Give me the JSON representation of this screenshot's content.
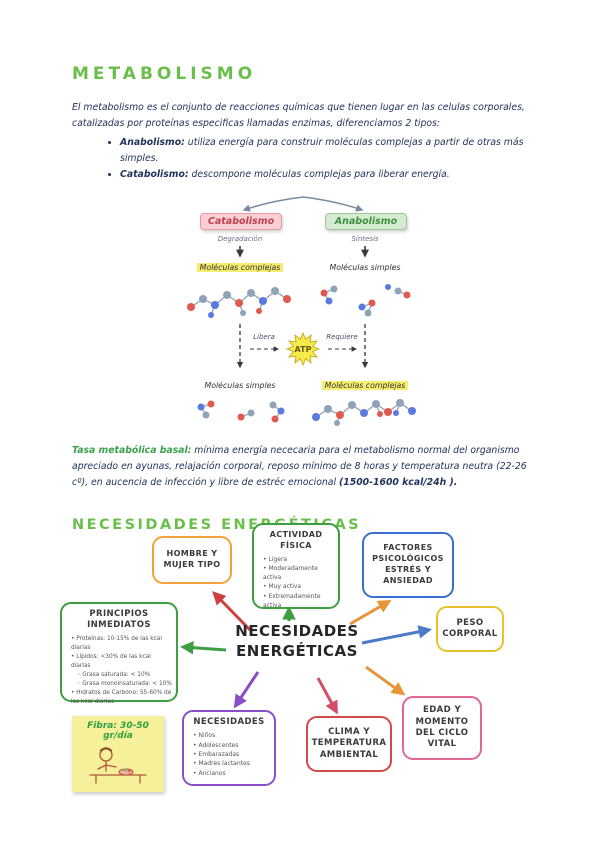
{
  "page": {
    "title": "METABOLISMO",
    "intro": "El metabolismo es el conjunto de reacciones químicas que tienen lugar en las celulas corporales, catalizadas por proteínas especificas llamadas enzimas, diferenciamos 2 tipos:",
    "bullets": [
      {
        "term": "Anabolismo:",
        "text": " utiliza energía para construir moléculas complejas a partir de otras más simples."
      },
      {
        "term": "Catabolismo:",
        "text": " descompone moléculas complejas para liberar energía."
      }
    ]
  },
  "diagram": {
    "left_header": "Catabolismo",
    "left_sub": "Degradación",
    "right_header": "Anabolismo",
    "right_sub": "Síntesis",
    "left_top": "Moléculas complejas",
    "right_top": "Moléculas simples",
    "left_arrow_label": "Libera",
    "right_arrow_label": "Requiere",
    "atp": "ATP",
    "left_bottom": "Moléculas simples",
    "right_bottom": "Moléculas complejas"
  },
  "basal": {
    "term": "Tasa metabólica basal:",
    "text": " mínima energía nececaria para el metabolismo normal del organismo apreciado en ayunas, relajación corporal, reposo mínimo de 8 horas y temperatura neutra (22-26 cº), en aucencia de infección y libre de estréc emocional ",
    "kcal": "(1500-1600 kcal/24h )."
  },
  "section2": {
    "title": "NECESIDADES ENERGÉTICAS"
  },
  "map": {
    "center_line1": "NECESIDADES",
    "center_line2": "ENERGÉTICAS",
    "nodes": {
      "hombre": {
        "title": "HOMBRE Y MUJER TIPO"
      },
      "actividad": {
        "title": "ACTIVIDAD FÍSICA",
        "bullets": [
          "Ligera",
          "Moderadamente activa",
          "Muy activa",
          "Extremadamente activa"
        ]
      },
      "factores": {
        "title": "FACTORES PSICOLÓGICOS ESTRÉS Y ANSIEDAD"
      },
      "principios": {
        "title": "PRINCIPIOS INMEDIATOS",
        "bullets": [
          "Proteínas: 10-15% de las kcal diarias",
          "Lípidos: <30% de las kcal diarias",
          "Grasa saturada: < 10%",
          "Grasa monoinsaturada: < 10%",
          "Hidratos de Carbono: 55-60% de las kcal diarias"
        ]
      },
      "peso": {
        "title": "PESO CORPORAL"
      },
      "necesidades": {
        "title": "NECESIDADES",
        "bullets": [
          "Niños",
          "Adolescentes",
          "Embarazadas",
          "Madres lactantes",
          "Ancianos"
        ]
      },
      "clima": {
        "title": "CLIMA Y TEMPERATURA AMBIENTAL"
      },
      "edad": {
        "title": "EDAD Y MOMENTO DEL CICLO VITAL"
      },
      "fibra": {
        "title": "Fibra: 30-50 gr/día"
      }
    }
  },
  "colors": {
    "accent_green": "#6abf4b",
    "ink": "#22335c",
    "catabolismo_bg": "#f9cfd3",
    "anabolismo_bg": "#d6ecd2",
    "highlight_yellow": "#f5ee6e",
    "node_orange": "#f0a23c",
    "node_green": "#3f9d42",
    "node_blue": "#3a6fd0",
    "node_yellow": "#e6c22e",
    "node_purple": "#8a4fc8",
    "node_red": "#d84848",
    "node_pink": "#e06898",
    "note_yellow": "#f6f09a"
  }
}
